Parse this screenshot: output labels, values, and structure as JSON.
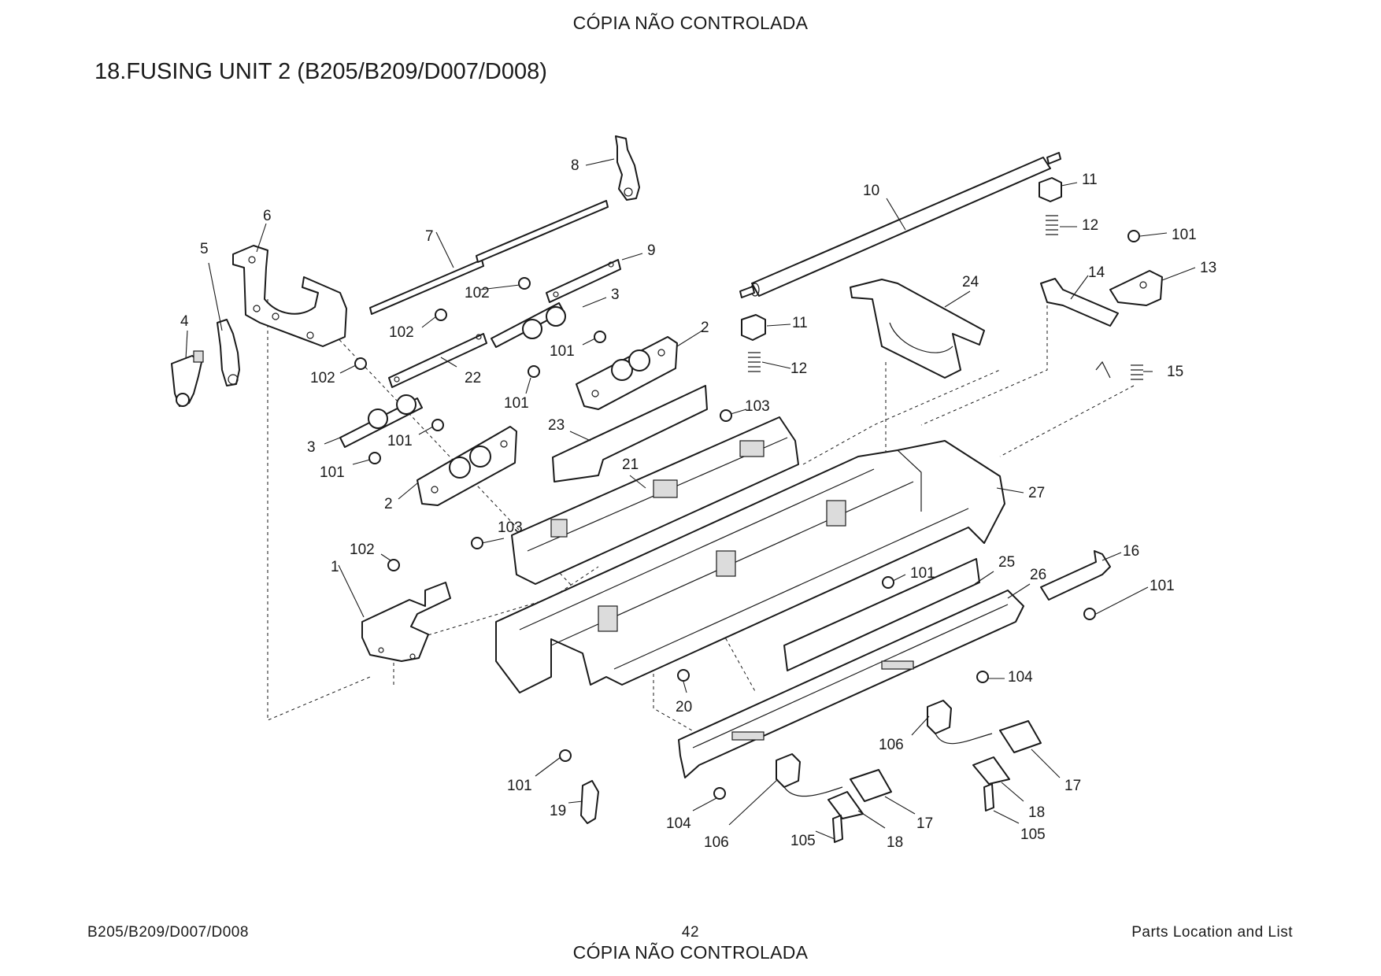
{
  "header": {
    "watermark_top": "CÓPIA NÃO CONTROLADA",
    "watermark_bottom": "CÓPIA NÃO CONTROLADA"
  },
  "title": "18.FUSING UNIT 2 (B205/B209/D007/D008)",
  "diagram": {
    "callouts": {
      "c1": "1",
      "c2a": "2",
      "c2b": "2",
      "c3a": "3",
      "c3b": "3",
      "c4": "4",
      "c5": "5",
      "c6": "6",
      "c7": "7",
      "c8": "8",
      "c9": "9",
      "c10": "10",
      "c11a": "11",
      "c11b": "11",
      "c12a": "12",
      "c12b": "12",
      "c13": "13",
      "c14": "14",
      "c15": "15",
      "c16": "16",
      "c17a": "17",
      "c17b": "17",
      "c18a": "18",
      "c18b": "18",
      "c19": "19",
      "c20": "20",
      "c21": "21",
      "c22": "22",
      "c23": "23",
      "c24": "24",
      "c25": "25",
      "c26": "26",
      "c27": "27",
      "c101a": "101",
      "c101b": "101",
      "c101c": "101",
      "c101d": "101",
      "c101e": "101",
      "c101f": "101",
      "c101g": "101",
      "c101h": "101",
      "c101i": "101",
      "c102a": "102",
      "c102b": "102",
      "c102c": "102",
      "c102d": "102",
      "c103a": "103",
      "c103b": "103",
      "c104a": "104",
      "c104b": "104",
      "c105a": "105",
      "c105b": "105",
      "c106a": "106",
      "c106b": "106"
    }
  },
  "footer": {
    "model": "B205/B209/D007/D008",
    "page": "42",
    "section": "Parts Location and List"
  }
}
